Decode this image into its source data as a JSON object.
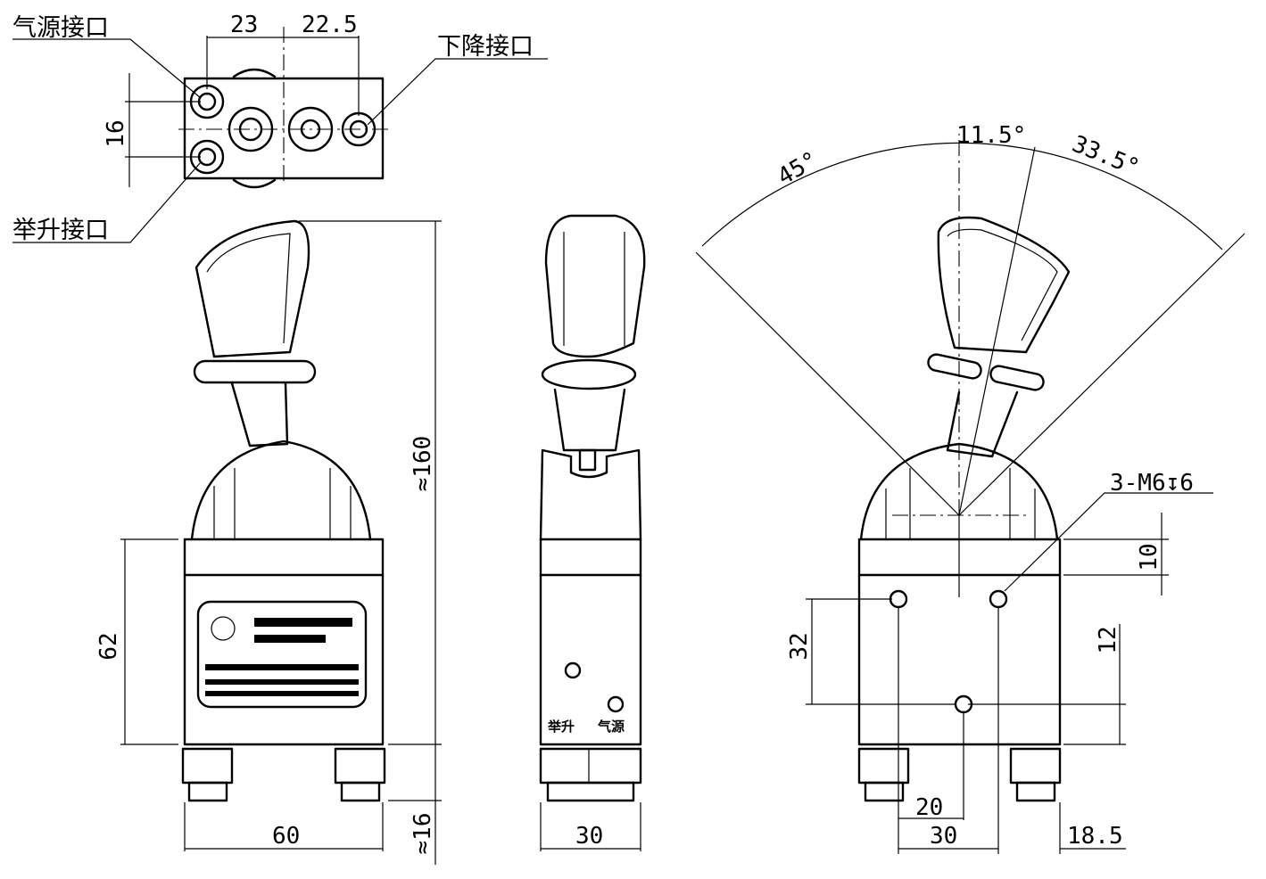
{
  "labels": {
    "air_source_port": "气源接口",
    "lowering_port": "下降接口",
    "lifting_port": "举升接口",
    "side_lift": "举升",
    "side_air": "气源"
  },
  "dimensions": {
    "top_pitch_a": "23",
    "top_pitch_b": "22.5",
    "top_height": "16",
    "overall_height": "≈160",
    "body_height": "62",
    "body_width": "60",
    "fitting_height": "≈16",
    "side_width": "30",
    "angle_left": "45°",
    "angle_mid": "11.5°",
    "angle_right": "33.5°",
    "thread_spec": "3-M6↧6",
    "hole_top_offset": "10",
    "hole_spacing_v": "32",
    "hole_offset_v": "12",
    "hole_offset_h": "20",
    "hole_spacing_h": "30",
    "hole_edge_h": "18.5"
  }
}
